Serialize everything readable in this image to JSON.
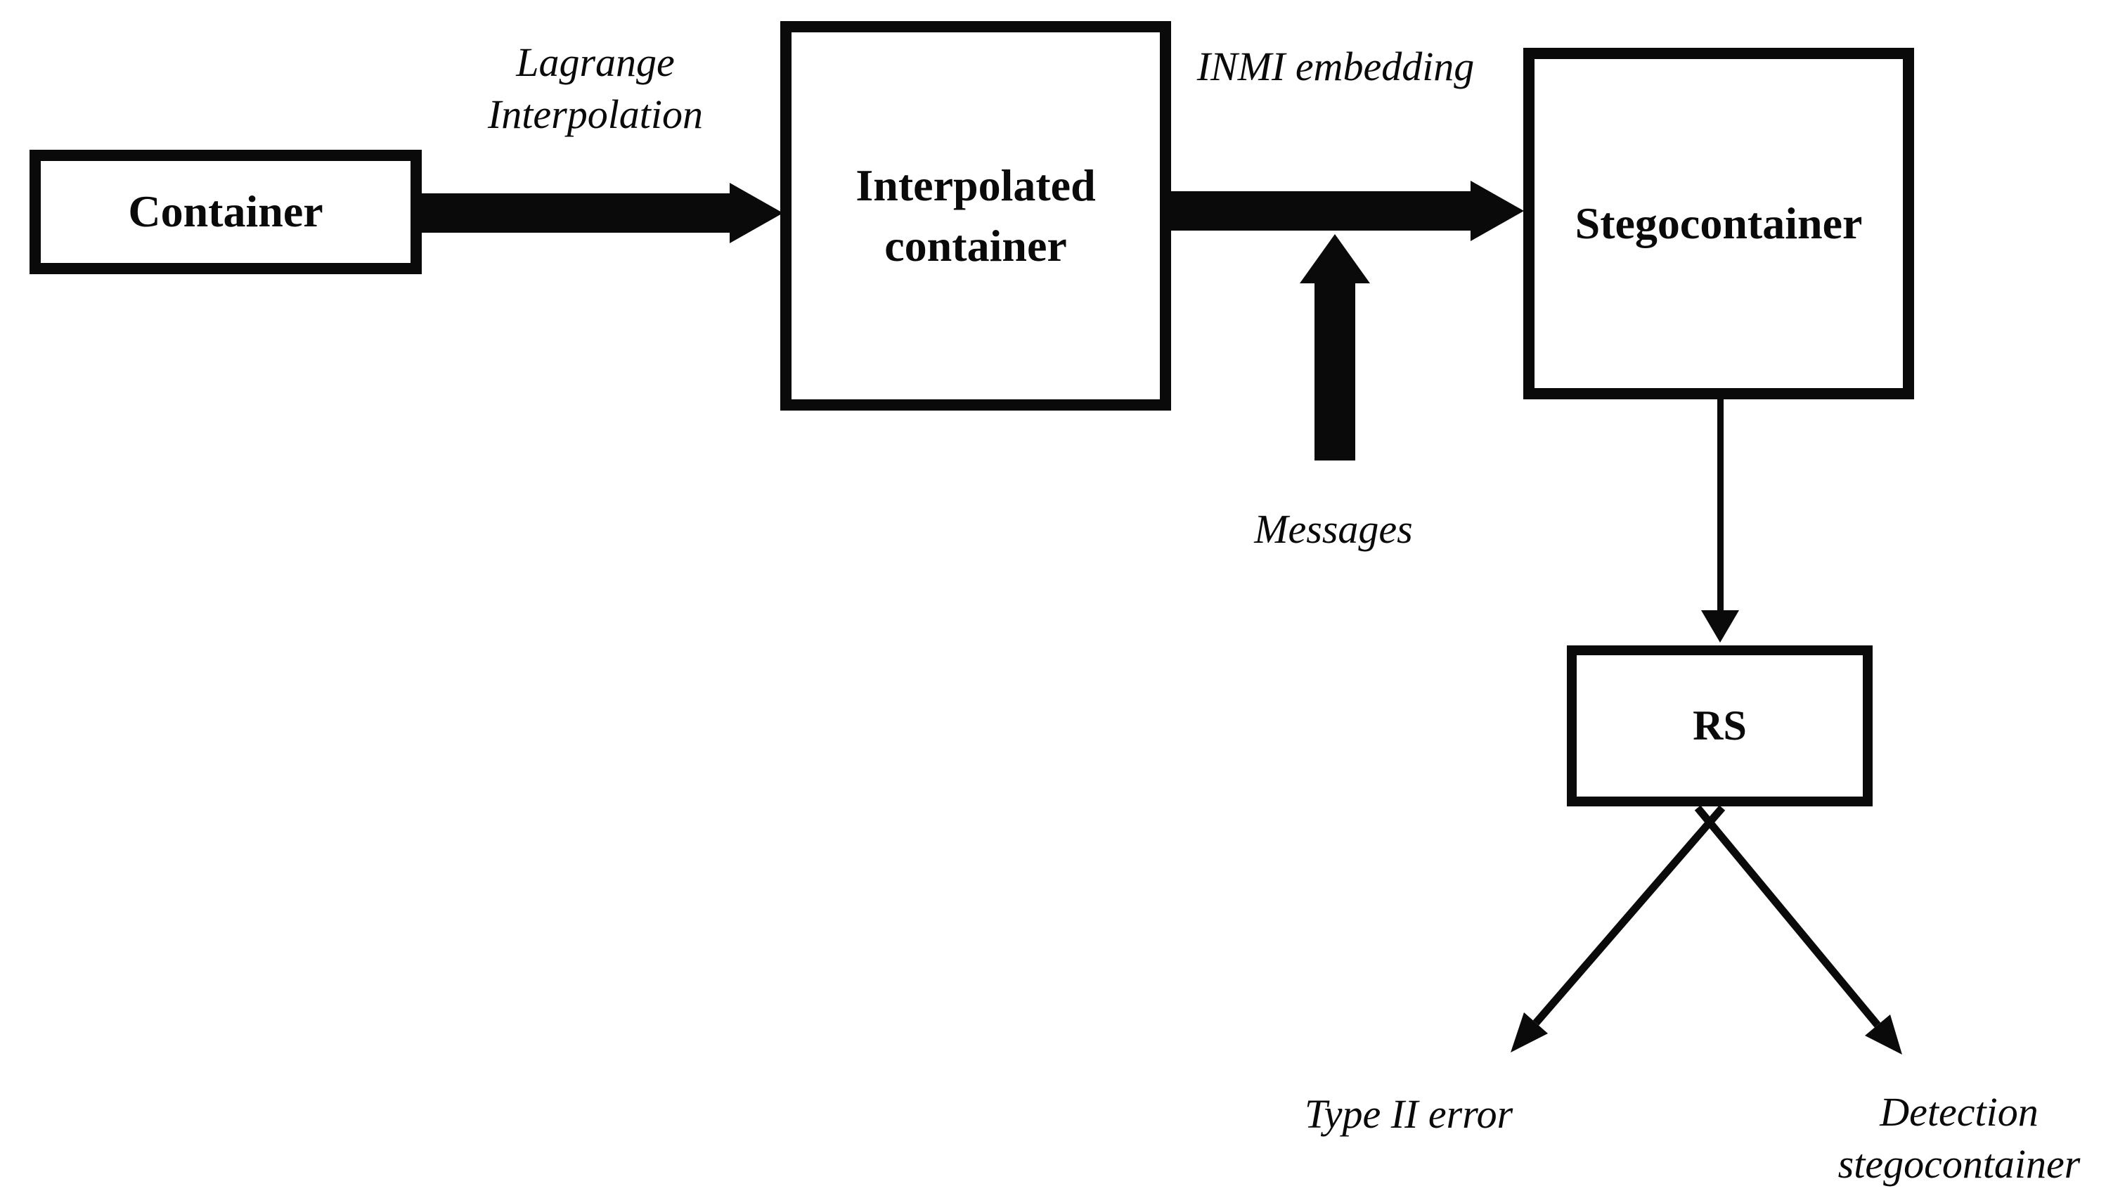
{
  "figure": {
    "colors": {
      "ink": "#000000",
      "background": "#ffffff"
    },
    "nodes": {
      "container": {
        "label": "Container"
      },
      "interpolated_container": {
        "label": "Interpolated container"
      },
      "stegocontainer": {
        "label": "Stegocontainer"
      },
      "rs": {
        "label": "RS"
      }
    },
    "edge_labels": {
      "lagrange_interpolation": "Lagrange Interpolation",
      "inmi_embedding": "INMI embedding",
      "messages": "Messages"
    },
    "outputs": {
      "type_ii_error": "Type II error",
      "detection_stegocontainer": "Detection stegocontainer"
    }
  }
}
